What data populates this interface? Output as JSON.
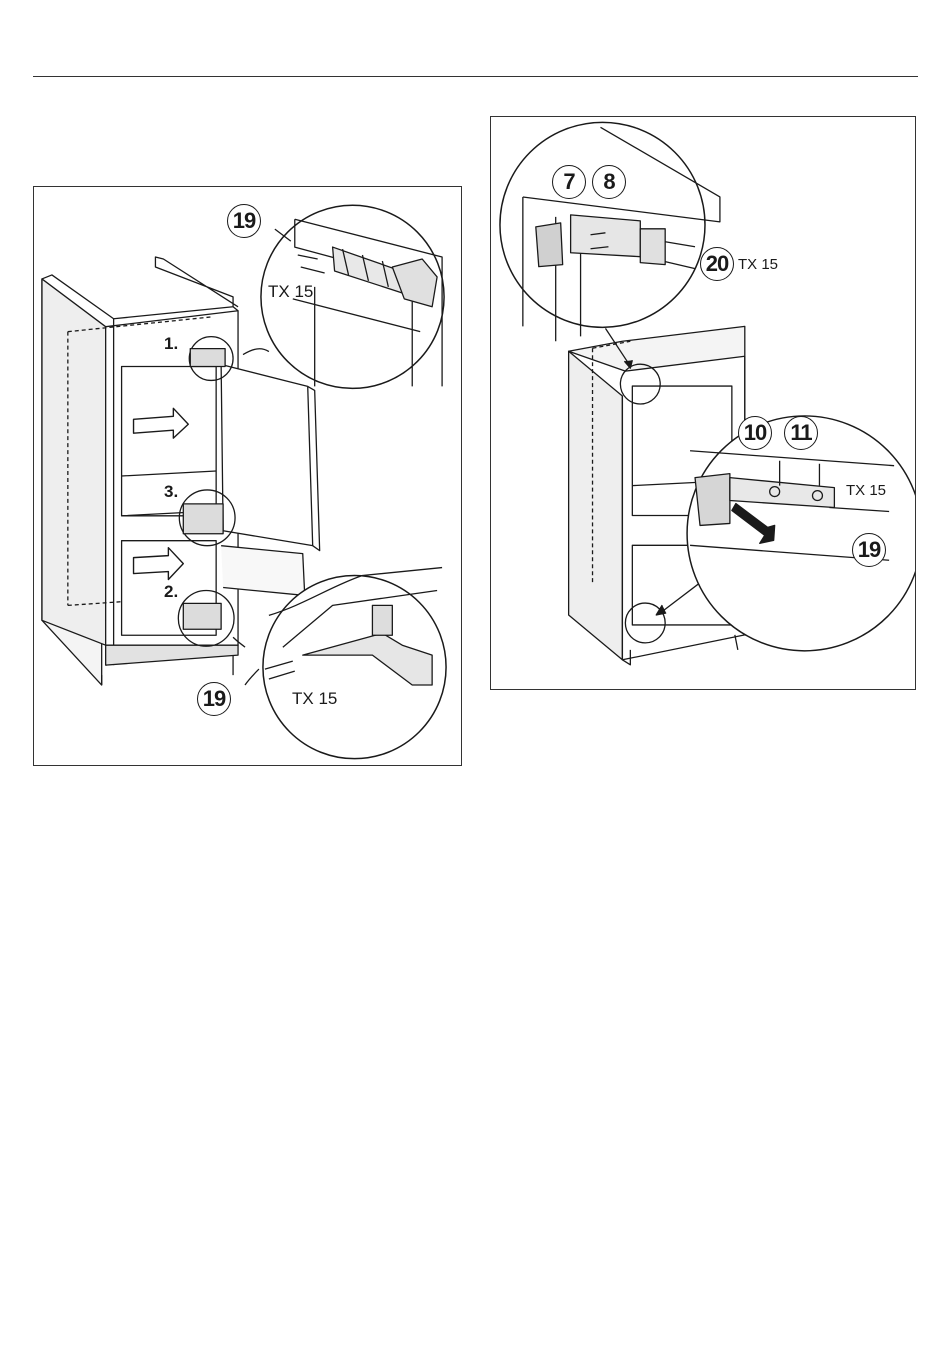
{
  "figures": {
    "left": {
      "callouts": [
        "19",
        "19"
      ],
      "tools": [
        "TX 15",
        "TX 15"
      ],
      "steps": [
        "1.",
        "3.",
        "2."
      ]
    },
    "right": {
      "callouts": [
        "7",
        "8",
        "20",
        "10",
        "11",
        "19"
      ],
      "tools": [
        "TX 15",
        "TX 15"
      ]
    }
  },
  "colors": {
    "line": "#1a1a1a",
    "fill_light": "#f2f2f2",
    "fill_mid": "#d9d9d9",
    "frame": "#333333"
  }
}
